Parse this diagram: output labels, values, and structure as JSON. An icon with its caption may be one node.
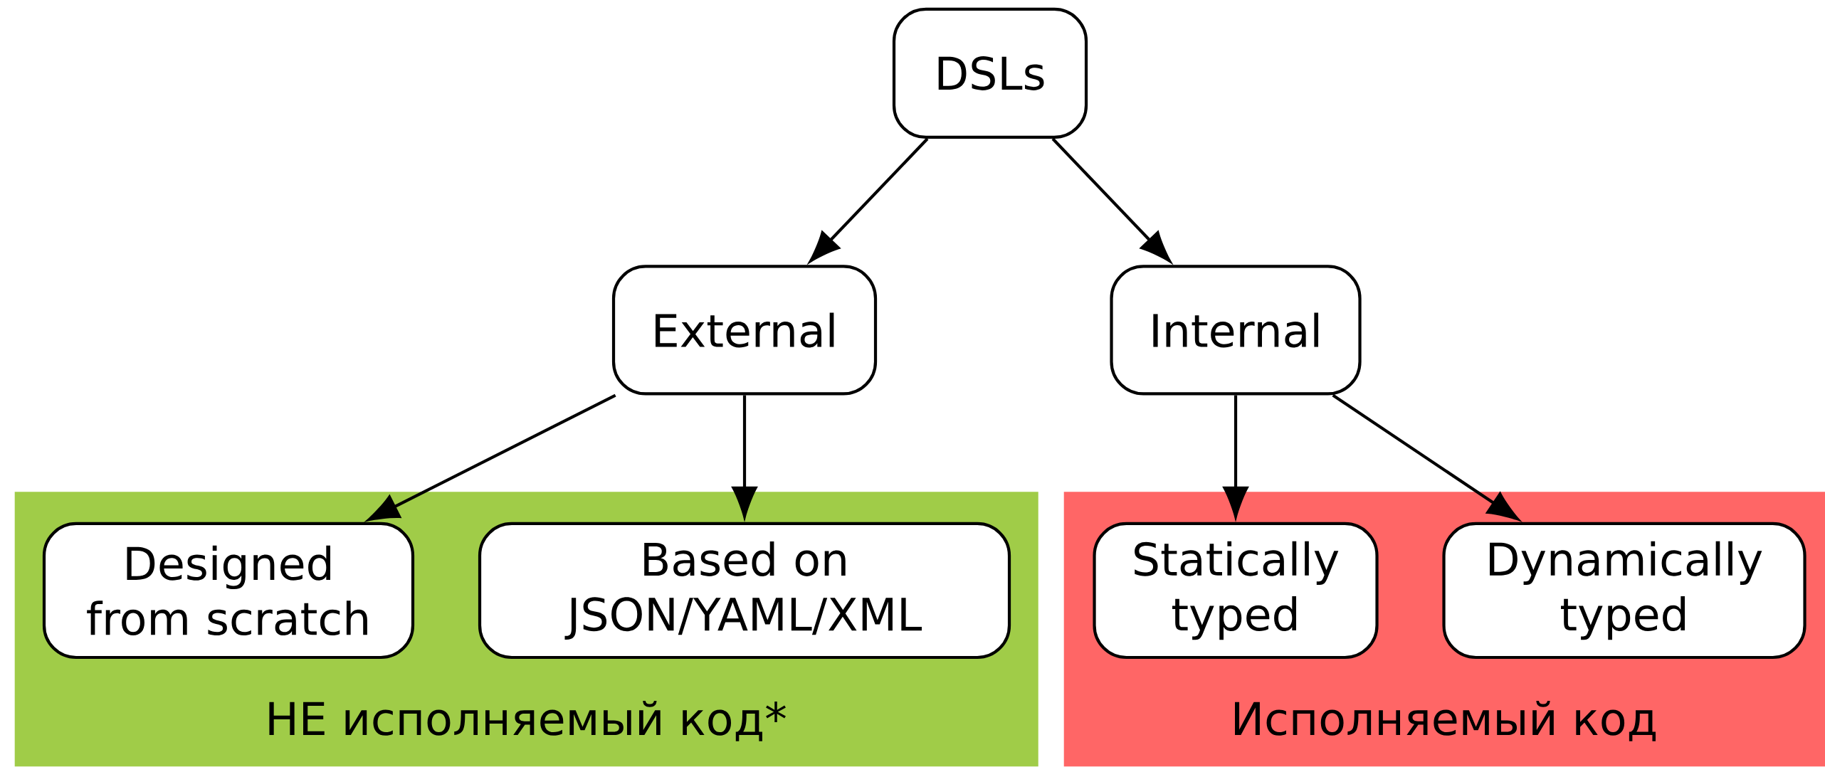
{
  "diagram": {
    "nodes": [
      {
        "text": [
          "DSLs"
        ]
      },
      {
        "text": [
          "External"
        ]
      },
      {
        "text": [
          "Internal"
        ]
      },
      {
        "text": [
          "НЕ исполняемый код*"
        ]
      },
      {
        "text": [
          "Designed from scratch"
        ],
        "in": 3
      },
      {
        "text": [
          "Based on JSON/YAML/XML"
        ],
        "in": 3
      },
      {
        "text": [
          "Исполняемый код"
        ]
      },
      {
        "text": [
          "Statically typed"
        ],
        "in": 6
      },
      {
        "text": [
          "Dynamically typed"
        ],
        "in": 6
      }
    ],
    "edges": [
      {
        "from": 0,
        "to": 1,
        "arrow": "to"
      },
      {
        "from": 0,
        "to": 2,
        "arrow": "to"
      },
      {
        "from": 1,
        "to": 4,
        "arrow": "to"
      },
      {
        "from": 1,
        "to": 5,
        "arrow": "to"
      },
      {
        "from": 2,
        "to": 7,
        "arrow": "to"
      },
      {
        "from": 2,
        "to": 8,
        "arrow": "to"
      }
    ]
  }
}
